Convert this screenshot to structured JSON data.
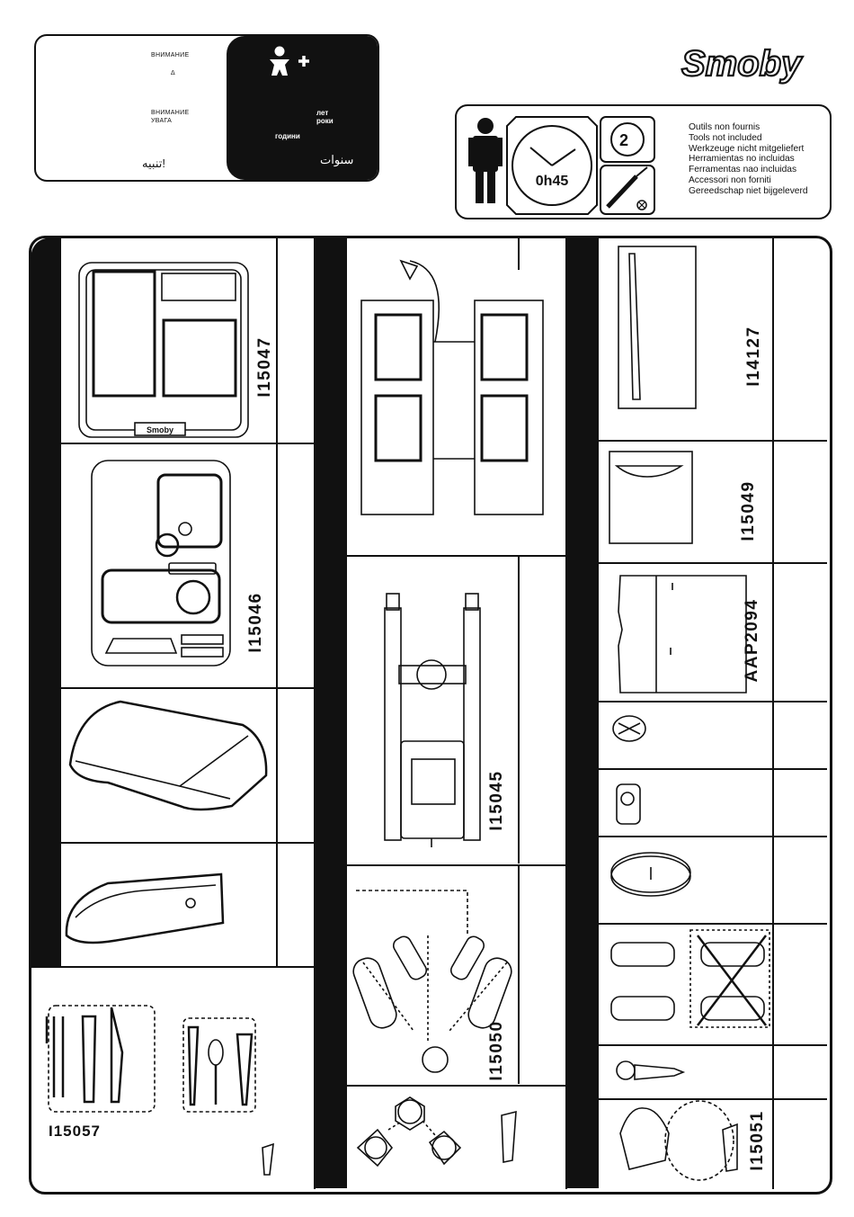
{
  "warning": {
    "line1": "ВНИМАНИЕ",
    "line2": "Δ",
    "line3": "ВНИМАНИЕ",
    "line4": "УВАГА",
    "arabic_warning": "تنبيه!",
    "age_words": [
      "лет",
      "роки",
      "години"
    ],
    "arabic_years": "سنوات",
    "age_icon": "child-plus-icon"
  },
  "brand": {
    "logo": "Smoby"
  },
  "info": {
    "time": "0h45",
    "persons": "2",
    "tools_not_included": [
      "Outils non  fournis",
      "Tools not included",
      "Werkzeuge nicht mitgeliefert",
      "Herramientas no incluidas",
      "Ferramentas nao incluidas",
      "Accessori non forniti",
      "Gereedschap niet bijgeleverd"
    ]
  },
  "parts": {
    "col1": [
      "I15047",
      "I15046"
    ],
    "col2": [
      "I15045",
      "I15050"
    ],
    "col3": [
      "I14127",
      "I15049",
      "AAP2094",
      "I15051"
    ],
    "outside": "I15057",
    "embossed_logo": "Smoby"
  }
}
